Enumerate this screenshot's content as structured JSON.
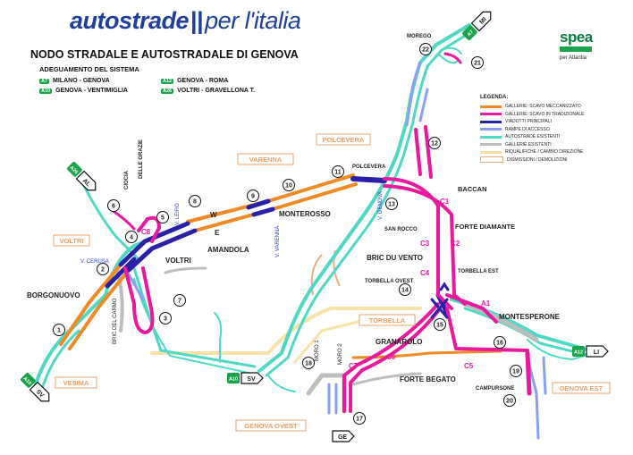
{
  "header": {
    "brand_main": "autostrade",
    "brand_sep": "||",
    "brand_sub": "per l'italia",
    "title": "NODO STRADALE E AUTOSTRADALE DI GENOVA",
    "system_heading": "ADEGUAMENTO DEL SISTEMA",
    "system_items": [
      {
        "code": "A7",
        "name": "MILANO - GENOVA"
      },
      {
        "code": "A10",
        "name": "GENOVA - VENTIMIGLIA"
      },
      {
        "code": "A12",
        "name": "GENOVA - ROMA"
      },
      {
        "code": "A26",
        "name": "VOLTRI - GRAVELLONA T."
      }
    ]
  },
  "logo": {
    "word": "spea",
    "by": "per Atlantia"
  },
  "legend": {
    "title": "LEGENDA:",
    "items": [
      {
        "label": "GALLERIE: SCAVO MECCANIZZATO",
        "color": "#f08a24"
      },
      {
        "label": "GALLERIE: SCAVO IN TRADIZIONALE",
        "color": "#e8199c"
      },
      {
        "label": "VIADOTTI PRINCIPALI",
        "color": "#2a1fa8"
      },
      {
        "label": "RAMPE DI ACCESSO",
        "color": "#8a9ff2"
      },
      {
        "label": "AUTOSTRADE ESISTENTI",
        "color": "#4fd8c4"
      },
      {
        "label": "GALLERIE ESISTENTI",
        "color": "#bdbdbd"
      },
      {
        "label": "RIQUALIFICHE / CAMBIO DIREZIONE",
        "color": "#f7e3a8"
      },
      {
        "label": "DISMISSIONI / DEMOLIZIONI",
        "color": "#e8b08a"
      }
    ]
  },
  "colors": {
    "mechanical": "#f08a24",
    "traditional": "#e8199c",
    "viaduct": "#2a1fa8",
    "ramp": "#8a9ff2",
    "existing": "#4fd8c4",
    "existing_tunnel": "#bdbdbd",
    "requalification": "#f7e3a8",
    "demolition": "#e8b08a",
    "area_label": "#e8a16a",
    "text": "#1e1e1e"
  },
  "areas": [
    "VOLTRI",
    "VESIMA",
    "VARENNA",
    "POLCEVERA",
    "TORBELLA",
    "GENOVA OVEST",
    "GENOVA EST"
  ],
  "places": [
    "BORGONUOVO",
    "VOLTRI",
    "AMANDOLA",
    "W",
    "E",
    "MONTEROSSO",
    "BACCAN",
    "FORTE DIAMANTE",
    "BRIC DU VENTO",
    "MONTESPERONE",
    "GRANAROLO",
    "FORTE BEGATO",
    "MOREGO",
    "POLCEVERA",
    "SAN ROCCO",
    "TORBELLA OVEST",
    "TORBELLA EST",
    "CAMPURSONE",
    "CIOCIA",
    "DELLE GRAZIE"
  ],
  "road_labels": [
    "V. CERUSA",
    "V. LEIRO",
    "V. VARENNA",
    "V. GENOVA",
    "BRIC DEL CARMO",
    "MORO 1",
    "MORO 2"
  ],
  "tunnels": [
    "C1",
    "C2",
    "C3",
    "C4",
    "C5",
    "C6",
    "C7",
    "C8",
    "A1"
  ],
  "markers": [
    "1",
    "2",
    "3",
    "4",
    "5",
    "6",
    "7",
    "8",
    "9",
    "10",
    "11",
    "12",
    "13",
    "14",
    "15",
    "16",
    "17",
    "18",
    "19",
    "20",
    "21",
    "22"
  ],
  "exits": [
    {
      "code": "A7",
      "dest": "MI"
    },
    {
      "code": "A26",
      "dest": "AL"
    },
    {
      "code": "A10",
      "dest": "SV"
    },
    {
      "code": "A10",
      "dest": "SV"
    },
    {
      "code": "A12",
      "dest": "LI"
    },
    {
      "code": "",
      "dest": "GE"
    }
  ]
}
